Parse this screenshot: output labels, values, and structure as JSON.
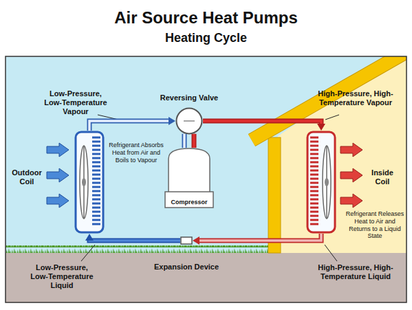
{
  "diagram": {
    "title": "Air Source Heat Pumps",
    "nodes": [
      {
        "text": [
          "Outdoor Coil"
        ]
      },
      {
        "text": [
          "Reversing Valve"
        ]
      },
      {
        "text": [
          "Compressor"
        ]
      },
      {
        "text": [
          "Inside Coil"
        ]
      },
      {
        "text": [
          "Expansion Device"
        ]
      }
    ],
    "edges": [
      {
        "from": 0,
        "to": 1,
        "arrow": "to"
      },
      {
        "from": 1,
        "to": 2,
        "arrow": "none"
      },
      {
        "from": 2,
        "to": 1,
        "arrow": "none"
      },
      {
        "from": 1,
        "to": 3,
        "arrow": "to"
      },
      {
        "from": 3,
        "to": 4,
        "arrow": "to"
      },
      {
        "from": 4,
        "to": 0,
        "arrow": "to"
      }
    ],
    "labels": [
      "Heating Cycle",
      "Low-Pressure, Low-Temperature Vapour",
      "Refrigerant Absorbs Heat from Air and Boils to Vapour",
      "High-Pressure, High-Temperature Vapour",
      "Refrigerant Releases Heat to Air and Returns to a Liquid State",
      "Low-Pressure, Low-Temperature Liquid",
      "High-Pressure, High-Temperature Liquid"
    ]
  }
}
